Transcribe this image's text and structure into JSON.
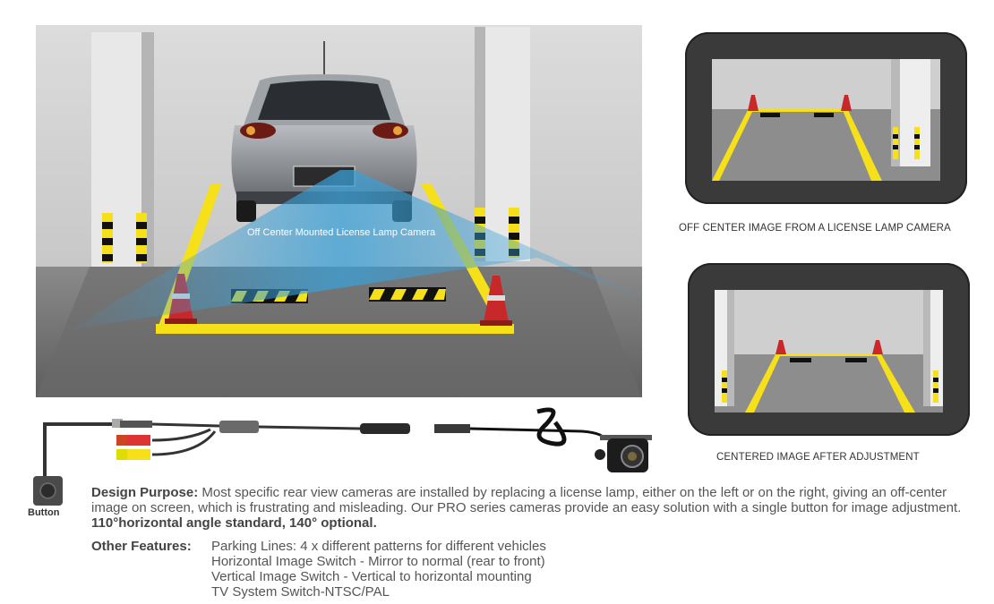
{
  "scene": {
    "camera_label": "Off Center Mounted License Lamp Camera"
  },
  "screens": {
    "off_center_caption": "OFF CENTER IMAGE FROM A LICENSE LAMP CAMERA",
    "centered_caption": "CENTERED IMAGE AFTER ADJUSTMENT"
  },
  "cable": {
    "button_label": "Button"
  },
  "description": {
    "design_heading": "Design Purpose:",
    "design_text": " Most specific rear view cameras are installed by replacing a license lamp, either on the left or on the right, giving an off-center image on screen, which is frustrating and misleading. Our PRO series cameras provide an easy solution with a single button for image adjustment. ",
    "design_emphasis": "110°horizontal angle standard, 140° optional.",
    "other_heading": "Other Features:",
    "other_features": [
      "Parking Lines: 4 x different patterns for different vehicles",
      "Horizontal Image Switch - Mirror to normal (rear to front)",
      "Vertical Image Switch - Vertical to horizontal mounting",
      "TV System Switch-NTSC/PAL"
    ]
  },
  "colors": {
    "line_yellow": "#f5e01a",
    "beam_blue": "#3aa0d8",
    "floor_gray": "#6a6a6a",
    "cone_red": "#c8282a"
  }
}
